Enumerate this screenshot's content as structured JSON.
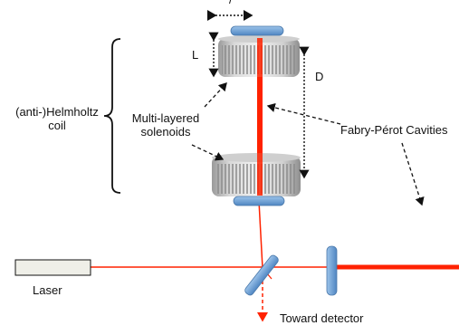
{
  "labels": {
    "laser": "Laser",
    "toward_detector": "Toward detector",
    "coil": "(anti-)Helmholtz\ncoil",
    "solenoids": "Multi-layered\nsolenoids",
    "fabry_perot": "Fabry-Pérot Cavities",
    "L": "L",
    "D": "D",
    "top_cut_glyph": "/"
  },
  "colors": {
    "beam": "#ff2200",
    "mirror": "#6fa3d8",
    "mirror_edge": "#4a78aa",
    "solenoid_light": "#d7d7d7",
    "solenoid_dark": "#888888",
    "laser_body": "#efefe8",
    "ink": "#111111"
  },
  "icons": {
    "mirror": "mirror-icon",
    "beamsplitter": "beamsplitter-icon",
    "solenoid": "solenoid-icon",
    "laser": "laser-icon",
    "brace": "brace-icon",
    "dimension-arrow": "dimension-arrow-icon"
  }
}
